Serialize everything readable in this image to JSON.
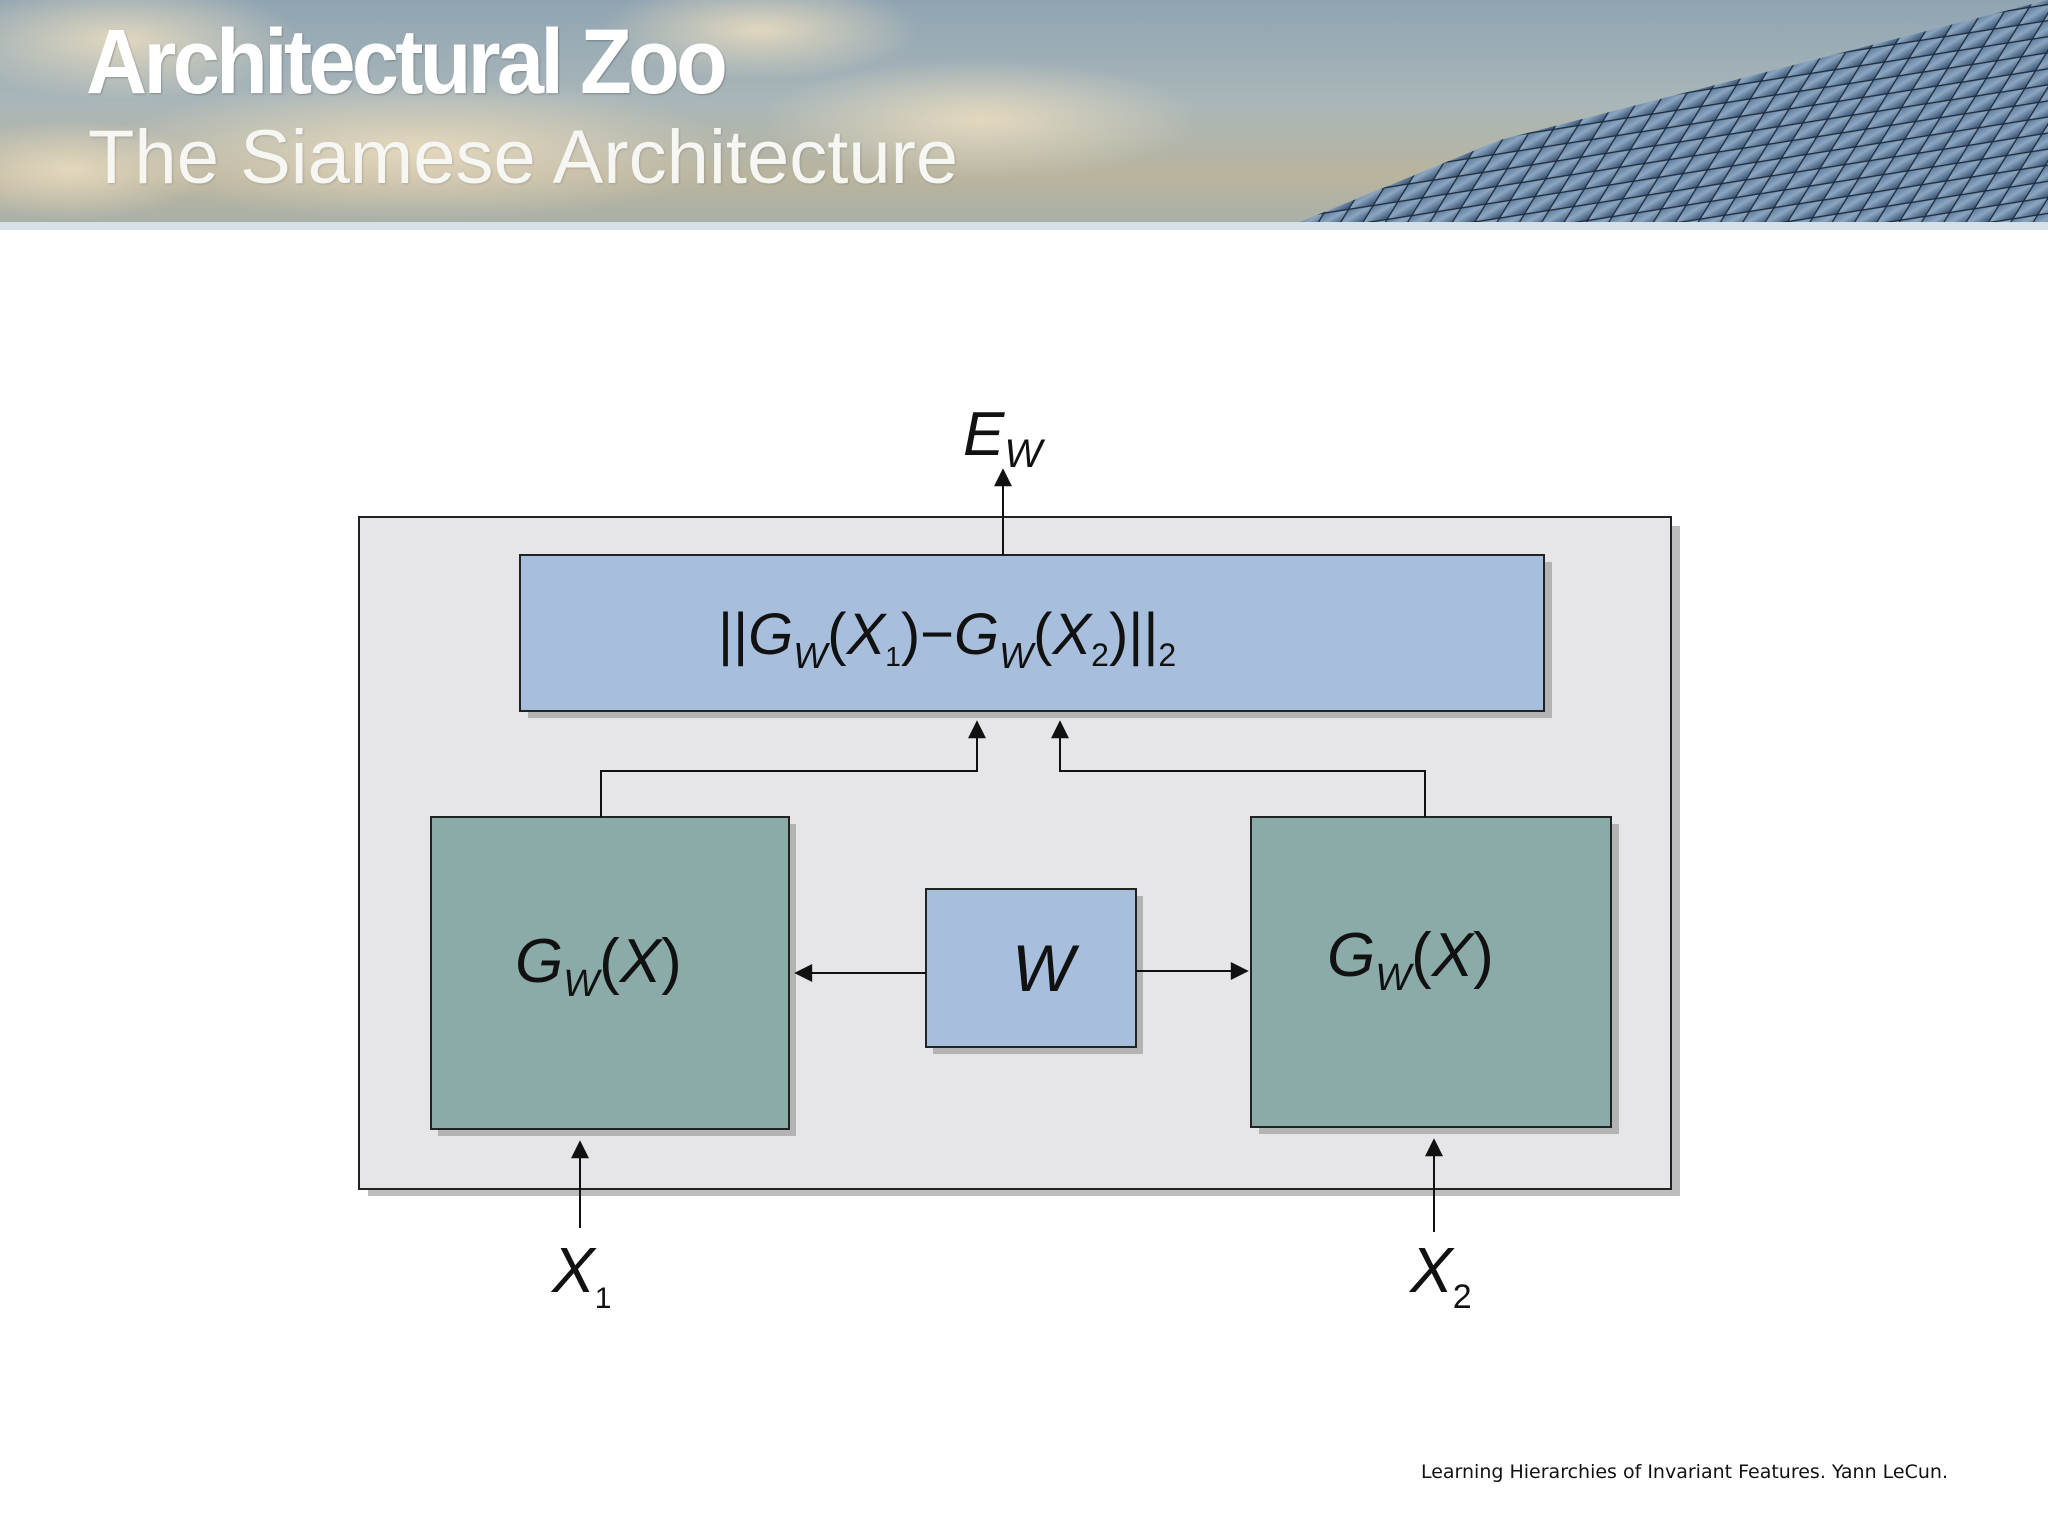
{
  "slide": {
    "title": "Architectural Zoo",
    "subtitle": "The Siamese Architecture",
    "citation": "Learning Hierarchies of Invariant Features. Yann LeCun."
  },
  "diagram": {
    "output_label": {
      "main": "E",
      "sub": "W"
    },
    "distance_box": {
      "text": "||G_W(X_1) − G_W(X_2)||_2"
    },
    "weights_box": {
      "label": "W"
    },
    "left_network": {
      "label": "G_W(X)"
    },
    "right_network": {
      "label": "G_W(X)"
    },
    "input_left": {
      "main": "X",
      "sub": "1"
    },
    "input_right": {
      "main": "X",
      "sub": "2"
    },
    "colors": {
      "outer_box": "#e6e6e8",
      "blue_box": "#a7bfdc",
      "teal_box": "#8aaba8",
      "shadow": "#b3b3b3"
    }
  }
}
